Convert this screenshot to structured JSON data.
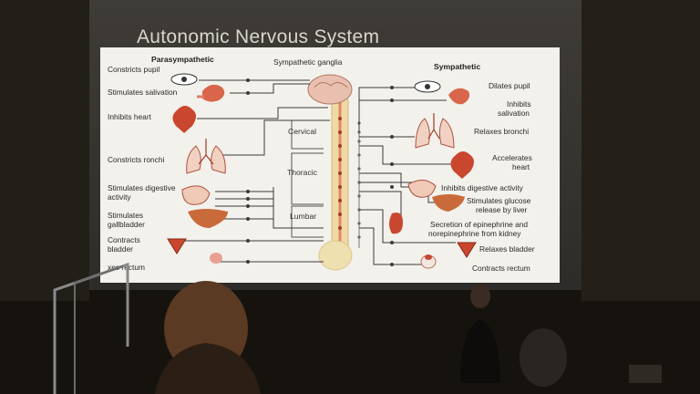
{
  "slide": {
    "title": "Autonomic Nervous System"
  },
  "diagram": {
    "parasympathetic_header": "Parasympathetic",
    "sympathetic_header": "Sympathetic",
    "ganglia_label": "Sympathetic ganglia",
    "segments": [
      "Cervical",
      "Thoracic",
      "Lumbar"
    ],
    "parasympathetic": [
      "Constricts pupil",
      "Stimulates salivation",
      "Inhibits heart",
      "Constricts  ronchi",
      "Stimulates digestive",
      "activity",
      "Stimulates",
      "gallbladder",
      "Contracts",
      "bladder",
      "  xes rectum"
    ],
    "sympathetic": [
      "Dilates pupil",
      "Inhibits",
      "salivation",
      "Relaxes bronchi",
      "Accelerates",
      "heart",
      "Inhibits digestive activity",
      "Stimulates glucose",
      "release by liver",
      "Secretion of epinephrine and",
      "norepinephrine from kidney",
      "Relaxes bladder",
      "Contracts rectum"
    ]
  },
  "colors": {
    "slide_bg": "#f2f1ec",
    "nerve": "#3a3a3a",
    "organ": "#c9472e",
    "spine": "#e8c98a"
  },
  "icons": [
    "eye-icon",
    "salivary-gland-icon",
    "heart-icon",
    "lungs-icon",
    "stomach-icon",
    "liver-icon",
    "bladder-icon",
    "rectum-icon",
    "kidney-icon",
    "brain-icon",
    "spinal-cord-icon"
  ]
}
